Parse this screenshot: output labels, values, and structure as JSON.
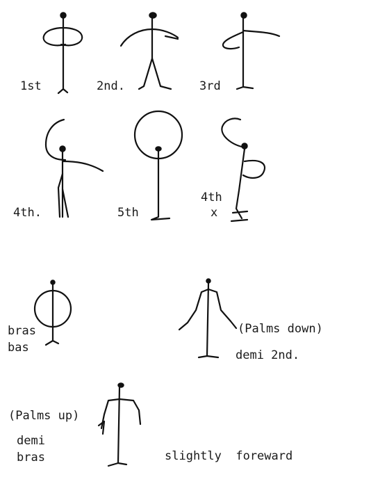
{
  "labels": {
    "first": "1st",
    "second": "2nd.",
    "third": "3rd",
    "fourth": "4th.",
    "fifth": "5th",
    "fourth_x": [
      "4th",
      "x"
    ],
    "bras_bas": [
      "bras",
      "bas"
    ],
    "palms_down": "(Palms down)",
    "demi_second": "demi 2nd.",
    "palms_up": "(Palms up)",
    "demi_bras": [
      "demi",
      "bras"
    ],
    "slightly_foreward": "slightly  foreward"
  }
}
